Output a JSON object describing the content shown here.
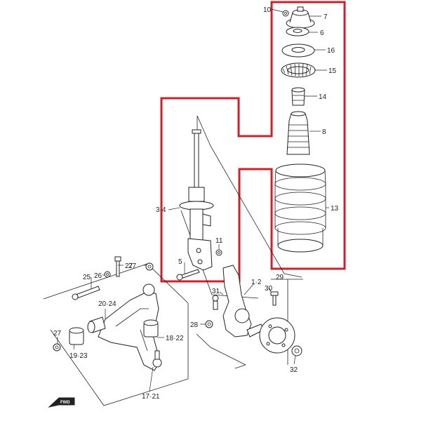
{
  "callouts": {
    "c10": "10",
    "c7": "7",
    "c6": "6",
    "c16": "16",
    "c15": "15",
    "c14": "14",
    "c8": "8",
    "c13": "13",
    "c3_4": "3·4",
    "c11": "11",
    "c5": "5",
    "c27a": "27",
    "c25": "25",
    "c26": "26",
    "c27b": "27",
    "c20_24": "20·24",
    "c1_2": "1·2",
    "c29": "29",
    "c31": "31",
    "c30": "30",
    "c28": "28",
    "c27c": "27",
    "c18_22": "18·22",
    "c19_23": "19·23",
    "c32": "32",
    "c17_21": "17·21",
    "fwd": "FWD"
  },
  "colors": {
    "highlight": "#d0202a",
    "line": "#222222"
  }
}
